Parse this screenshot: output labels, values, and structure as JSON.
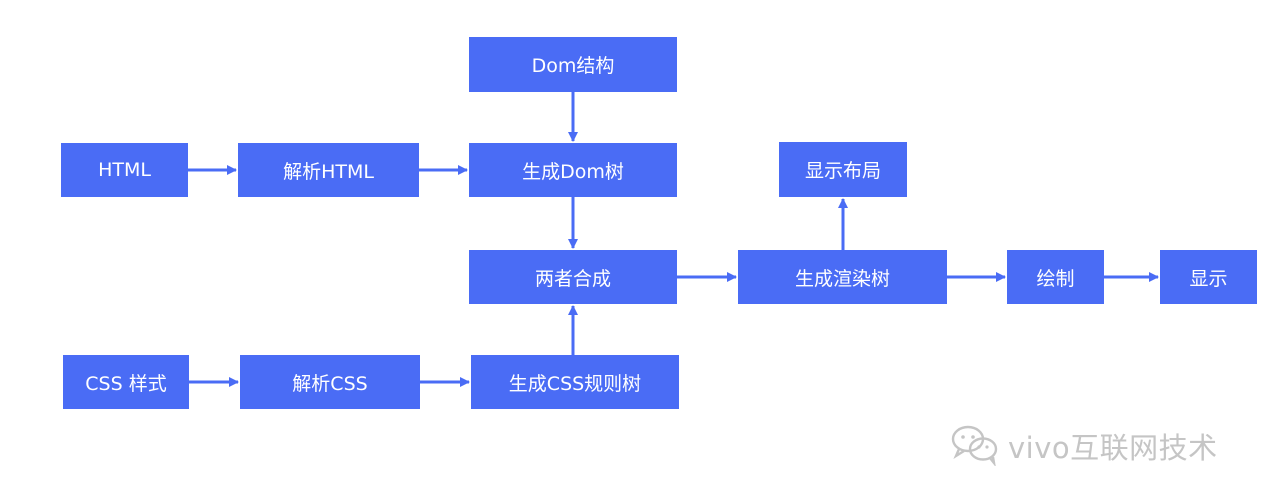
{
  "colors": {
    "node_fill": "#4a6cf5",
    "arrow": "#4a6cf5",
    "watermark": "#c5c5c5"
  },
  "nodes": {
    "dom_structure": "Dom结构",
    "html": "HTML",
    "parse_html": "解析HTML",
    "gen_dom_tree": "生成Dom树",
    "layout": "显示布局",
    "combine": "两者合成",
    "render_tree": "生成渲染树",
    "paint": "绘制",
    "display": "显示",
    "css_style": "CSS 样式",
    "parse_css": "解析CSS",
    "gen_css_tree": "生成CSS规则树"
  },
  "watermark": {
    "icon": "wechat-icon",
    "text": "vivo互联网技术"
  }
}
